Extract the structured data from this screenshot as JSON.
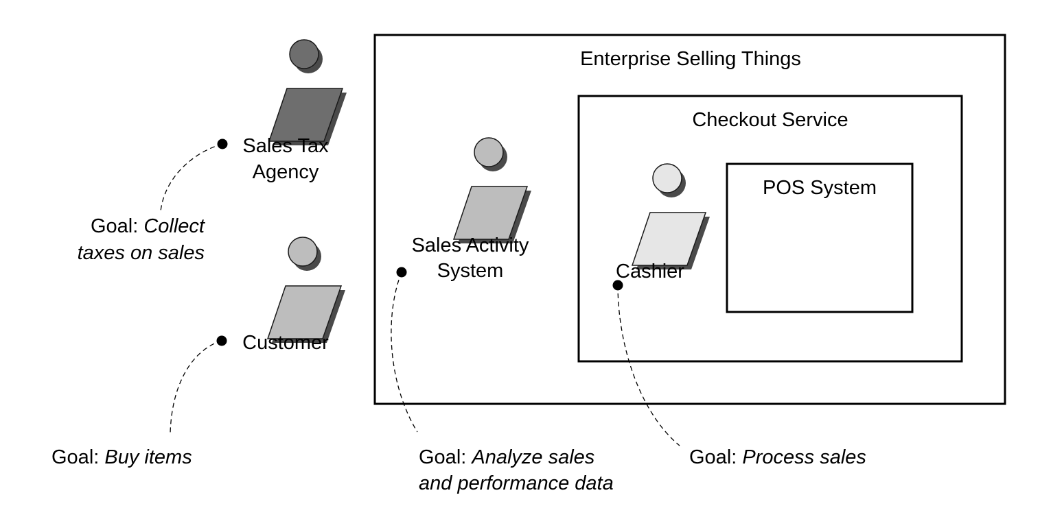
{
  "containers": {
    "enterprise": "Enterprise Selling Things",
    "checkout": "Checkout Service",
    "pos": "POS System"
  },
  "actors": {
    "sales_tax_agency": {
      "line1": "Sales Tax",
      "line2": "Agency",
      "goal_prefix": "Goal: ",
      "goal_line1": "Collect",
      "goal_line2": "taxes on sales",
      "color": "#6e6e6e"
    },
    "customer": {
      "line1": "Customer",
      "goal_prefix": "Goal: ",
      "goal_line1": "Buy items",
      "color": "#bdbdbd"
    },
    "sales_activity_system": {
      "line1": "Sales Activity",
      "line2": "System",
      "goal_prefix": "Goal: ",
      "goal_line1": "Analyze sales",
      "goal_line2": "and performance data",
      "color": "#bdbdbd"
    },
    "cashier": {
      "line1": "Cashier",
      "goal_prefix": "Goal: ",
      "goal_line1": "Process sales",
      "color": "#e6e6e6"
    }
  }
}
